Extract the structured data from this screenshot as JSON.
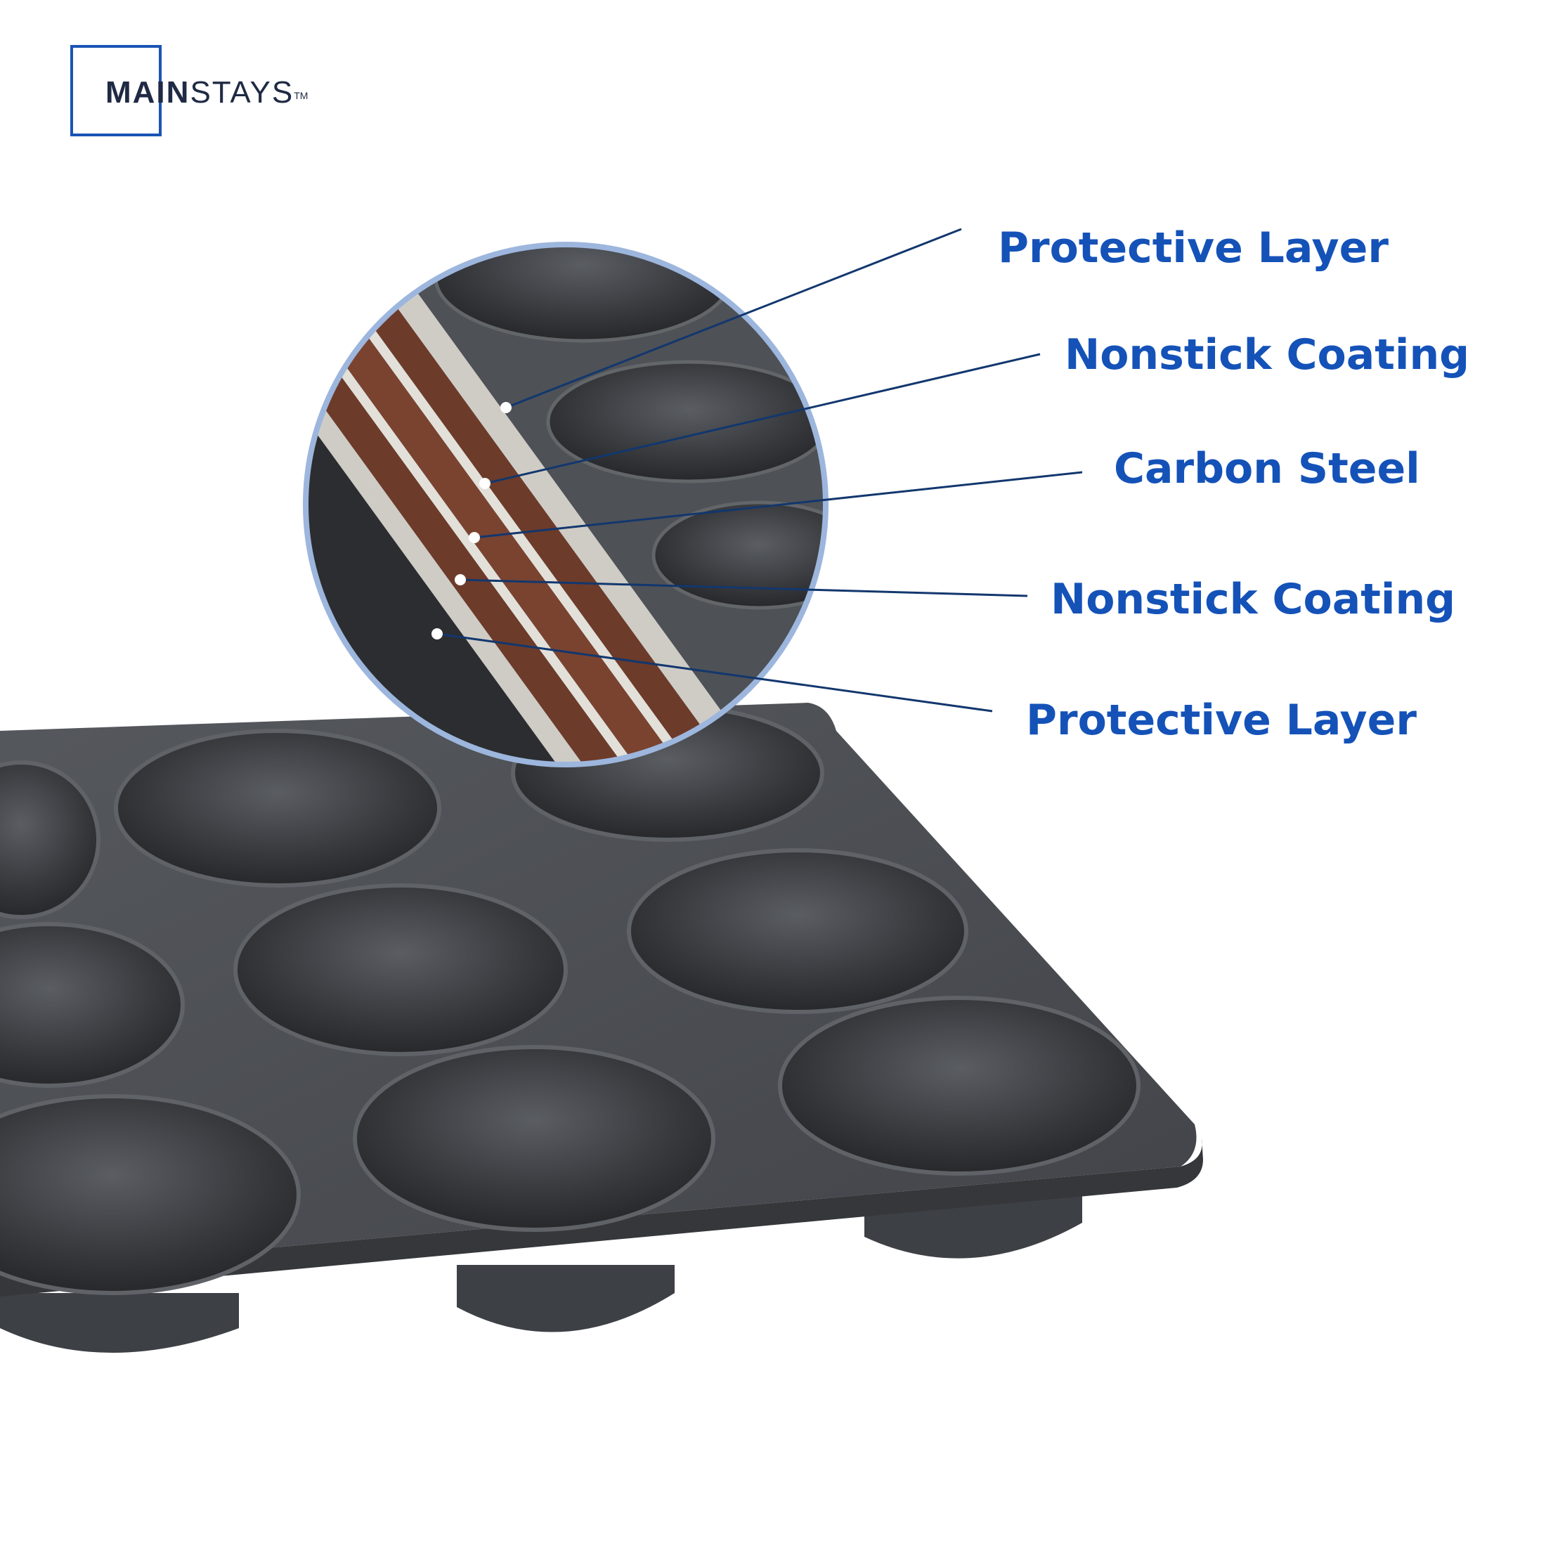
{
  "brand": {
    "name_bold": "MAIN",
    "name_light": "STAYS",
    "trademark": "TM"
  },
  "callouts": [
    {
      "label": "Protective Layer"
    },
    {
      "label": "Nonstick Coating"
    },
    {
      "label": "Carbon Steel"
    },
    {
      "label": "Nonstick Coating"
    },
    {
      "label": "Protective Layer"
    }
  ],
  "colors": {
    "accent": "#1452b8",
    "logo_border": "#1a54b4",
    "leader_line": "#12376e",
    "pan_body": "#4a4d52",
    "pan_cup": "#2f3135",
    "layer_coating": "#c9c6c1",
    "layer_steel": "#6b3a2a",
    "magnifier_ring": "#9db6dd"
  },
  "icons": {
    "marker": "dot-marker-icon",
    "magnifier": "magnifier-circle-icon"
  }
}
